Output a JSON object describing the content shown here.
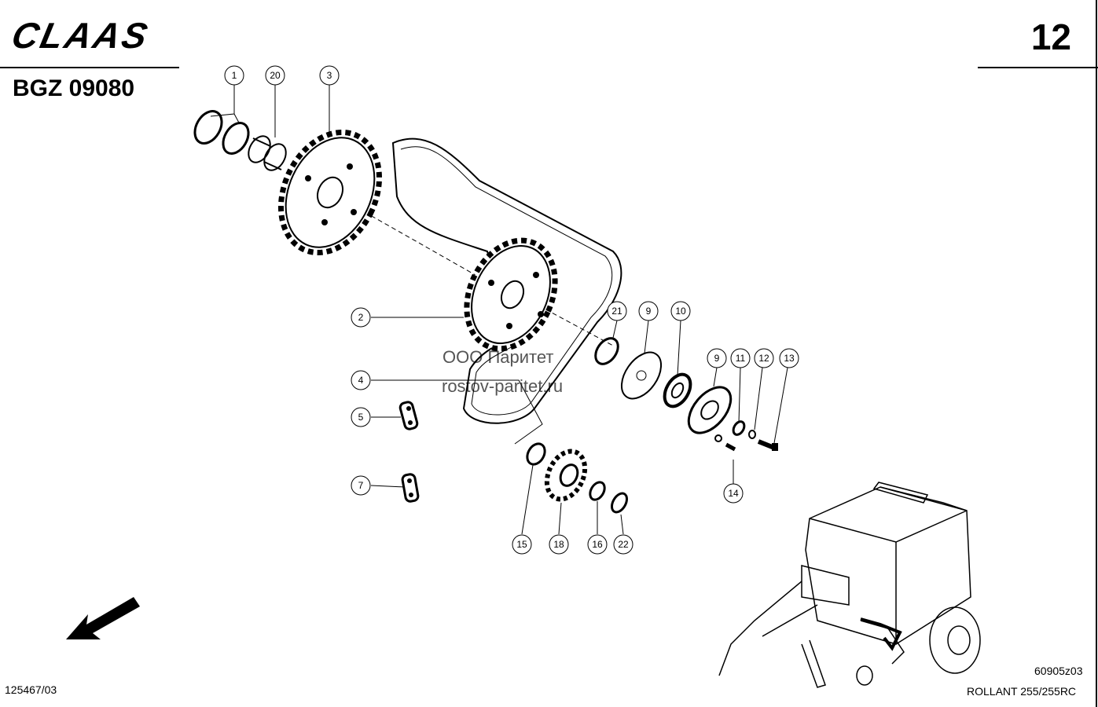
{
  "header": {
    "brand": "CLAAS",
    "code": "BGZ 09080",
    "page_number": "12"
  },
  "footer": {
    "document_number": "125467/03",
    "figure_ref": "60905z03",
    "model": "ROLLANT 255/255RC"
  },
  "watermark": {
    "line1": "ООО Паритет",
    "line2": "rostov-paritet.ru"
  },
  "callouts": [
    "1",
    "20",
    "3",
    "2",
    "21",
    "9",
    "10",
    "9",
    "11",
    "12",
    "13",
    "4",
    "5",
    "7",
    "14",
    "15",
    "18",
    "16",
    "22"
  ]
}
